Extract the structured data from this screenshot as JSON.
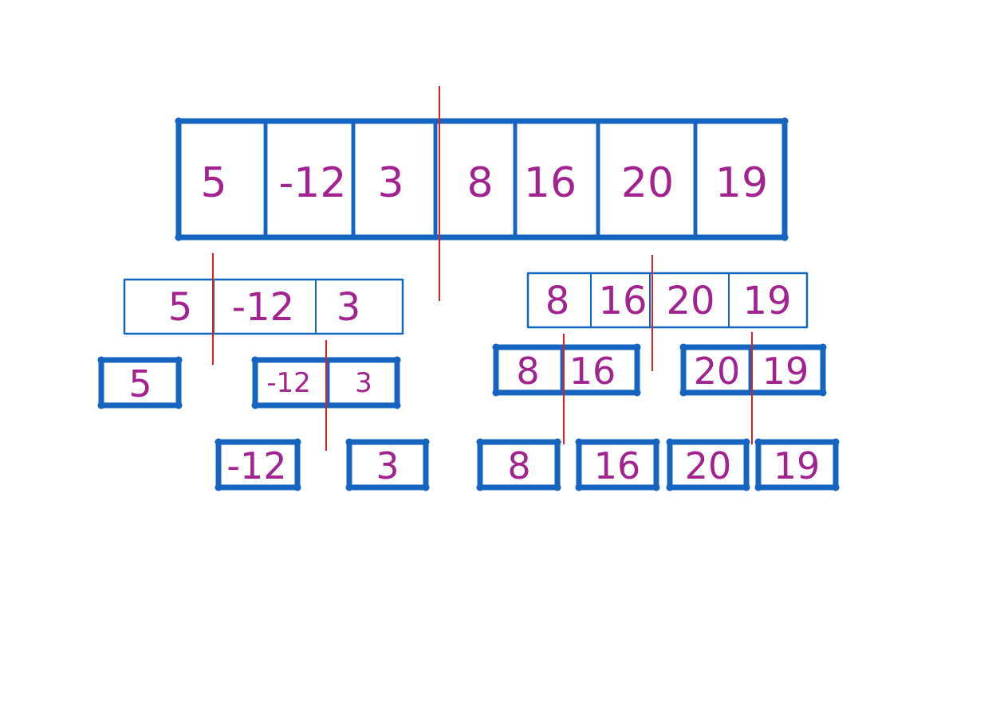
{
  "colors": {
    "box_stroke": "#1565c0",
    "digit": "#a2228f",
    "split_line": "#e02020",
    "background": "#ffffff"
  },
  "levels": [
    {
      "arrays": [
        {
          "values": [
            "5",
            "-12",
            "3",
            "8",
            "16",
            "20",
            "19"
          ]
        }
      ]
    },
    {
      "arrays": [
        {
          "values": [
            "5",
            "-12",
            "3"
          ]
        },
        {
          "values": [
            "8",
            "16",
            "20",
            "19"
          ]
        }
      ]
    },
    {
      "arrays": [
        {
          "values": [
            "5"
          ]
        },
        {
          "values": [
            "-12",
            "3"
          ]
        },
        {
          "values": [
            "8",
            "16"
          ]
        },
        {
          "values": [
            "20",
            "19"
          ]
        }
      ]
    },
    {
      "arrays": [
        {
          "values": [
            "-12"
          ]
        },
        {
          "values": [
            "3"
          ]
        },
        {
          "values": [
            "8"
          ]
        },
        {
          "values": [
            "16"
          ]
        },
        {
          "values": [
            "20"
          ]
        },
        {
          "values": [
            "19"
          ]
        }
      ]
    }
  ]
}
